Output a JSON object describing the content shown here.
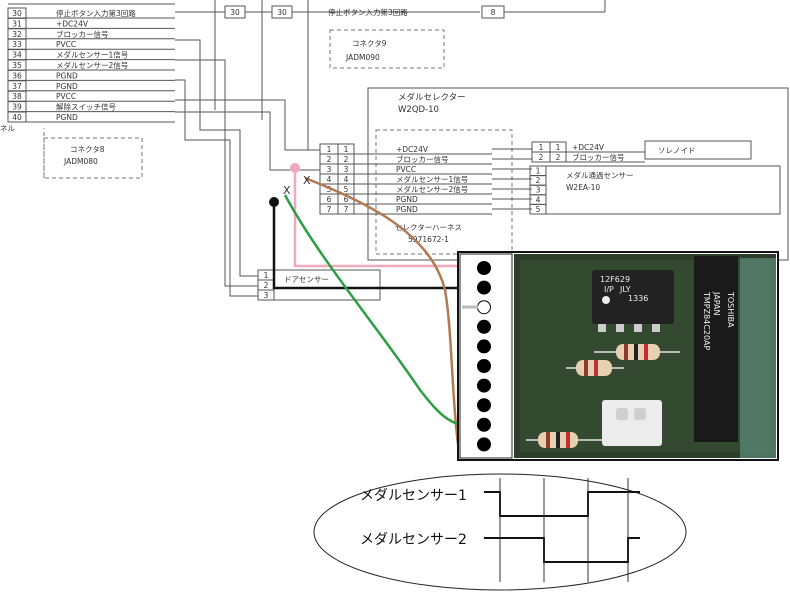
{
  "left_connector": {
    "rows": [
      {
        "pin": "30",
        "label": "停止ボタン入力第3回路"
      },
      {
        "pin": "31",
        "label": "+DC24V"
      },
      {
        "pin": "32",
        "label": "ブロッカー信号"
      },
      {
        "pin": "33",
        "label": "PVCC"
      },
      {
        "pin": "34",
        "label": "メダルセンサー1信号"
      },
      {
        "pin": "35",
        "label": "メダルセンサー2信号"
      },
      {
        "pin": "36",
        "label": "PGND"
      },
      {
        "pin": "37",
        "label": "PGND"
      },
      {
        "pin": "38",
        "label": "PVCC"
      },
      {
        "pin": "39",
        "label": "解除スイッチ信号"
      },
      {
        "pin": "40",
        "label": "PGND"
      }
    ],
    "panel_suffix": "ネル",
    "connector_name": "コネクタ8",
    "connector_part": "JADM080"
  },
  "top_row": {
    "pin_a": "30",
    "pin_b": "30",
    "label": "停止ボタン入力第3回路",
    "pin_c": "8"
  },
  "connector9": {
    "name": "コネクタ9",
    "part": "JADM090"
  },
  "medal_selector": {
    "title": "メダルセレクター",
    "part": "W2QD-10"
  },
  "selector_pins": [
    {
      "left": "1",
      "right": "1",
      "label": "+DC24V"
    },
    {
      "left": "2",
      "right": "2",
      "label": "ブロッカー信号"
    },
    {
      "left": "3",
      "right": "3",
      "label": "PVCC"
    },
    {
      "left": "4",
      "right": "4",
      "label": "メダルセンサー1信号"
    },
    {
      "left": "5",
      "right": "5",
      "label": "メダルセンサー2信号"
    },
    {
      "left": "6",
      "right": "6",
      "label": "PGND"
    },
    {
      "left": "7",
      "right": "7",
      "label": "PGND"
    }
  ],
  "selector_harness": {
    "name": "セレクターハーネス",
    "part": "5971672-1"
  },
  "solenoid": {
    "pins": [
      {
        "left": "1",
        "right": "1",
        "label": "+DC24V"
      },
      {
        "left": "2",
        "right": "2",
        "label": "ブロッカー信号"
      }
    ],
    "name": "ソレノイド"
  },
  "passage_sensor": {
    "pins": [
      "1",
      "2",
      "3",
      "4",
      "5"
    ],
    "name": "メダル通過センサー",
    "part": "W2EA-10"
  },
  "door_sensor": {
    "name": "ドアセンサー",
    "pins": [
      "1",
      "2",
      "3"
    ]
  },
  "cross_marks": [
    "X",
    "X"
  ],
  "pcb": {
    "chip1_lines": [
      "12F629",
      "I/P",
      "JLY",
      "1336"
    ],
    "chip2_lines": [
      "TOSHIBA",
      "JAPAN",
      "TMPZ84C20AP"
    ],
    "pin_count": 10
  },
  "timing": {
    "signal1": "メダルセンサー1",
    "signal2": "メダルセンサー2"
  },
  "colors": {
    "pink": "#f4a8bc",
    "brown": "#b07a52",
    "green": "#2e9e44",
    "black": "#111111",
    "pcb_bg": "#2c3d28"
  }
}
